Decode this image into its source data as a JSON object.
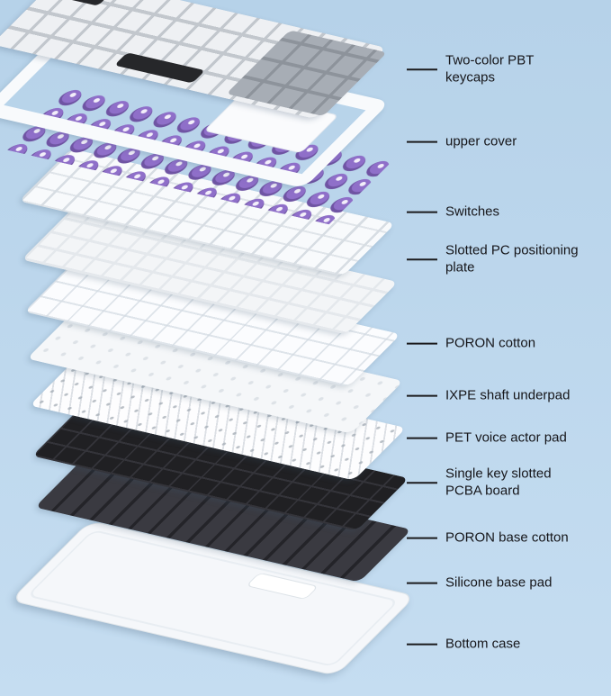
{
  "colors": {
    "bg-top": "#b6d2e9",
    "bg-bottom": "#c5ddf1",
    "label-text": "#16161a",
    "leader-line": "#1b1b1d",
    "switch-purple": "#8f6fc9",
    "keycap-light": "#eef0f3",
    "keycap-gray": "#a7adb5",
    "keycap-black": "#26272a",
    "plate-white": "#f8fafc",
    "foam-black": "#202023",
    "silicone-dark": "#2b2b31",
    "case-white": "#f5f7fa"
  },
  "labels": [
    {
      "text": "Two-color PBT keycaps"
    },
    {
      "text": "upper cover"
    },
    {
      "text": "Switches"
    },
    {
      "text": "Slotted PC positioning plate"
    },
    {
      "text": "PORON cotton"
    },
    {
      "text": "IXPE shaft underpad"
    },
    {
      "text": "PET voice actor pad"
    },
    {
      "text": "Single key slotted PCBA board"
    },
    {
      "text": "PORON base cotton"
    },
    {
      "text": "Silicone base pad"
    },
    {
      "text": "Bottom case"
    }
  ]
}
